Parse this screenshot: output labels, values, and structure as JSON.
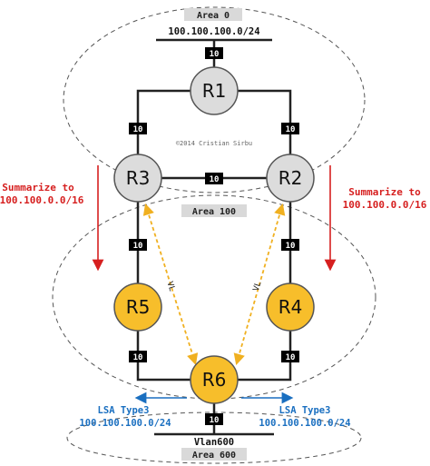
{
  "areas": {
    "area0": "Area 0",
    "area100": "Area 100",
    "area600": "Area 600"
  },
  "networks": {
    "top": "100.100.100.0/24",
    "bottom": "Vlan600"
  },
  "routers": {
    "r1": "R1",
    "r2": "R2",
    "r3": "R3",
    "r4": "R4",
    "r5": "R5",
    "r6": "R6"
  },
  "costs": {
    "top_network_r1": "10",
    "r1_r3": "10",
    "r1_r2": "10",
    "r3_r2": "10",
    "r3_r5": "10",
    "r2_r4": "10",
    "r5_r6": "10",
    "r4_r6": "10",
    "r6_vlan": "10"
  },
  "virtual_links": {
    "left": "VL",
    "right": "VL"
  },
  "copyright": "©2014 Cristian Sirbu",
  "summaries": {
    "left_line1": "Summarize to",
    "left_line2": "100.100.0.0/16",
    "right_line1": "Summarize to",
    "right_line2": "100.100.0.0/16"
  },
  "lsa": {
    "left_line1": "LSA Type3",
    "left_line2": "100.100.100.0/24",
    "right_line1": "LSA Type3",
    "right_line2": "100.100.100.0/24"
  },
  "colors": {
    "area0_router": "#dcdcdc",
    "area100_router": "#f7be2b",
    "summary_arrow": "#d61f1f",
    "lsa_arrow": "#1a6fc0",
    "virtual_link": "#f0b020"
  }
}
